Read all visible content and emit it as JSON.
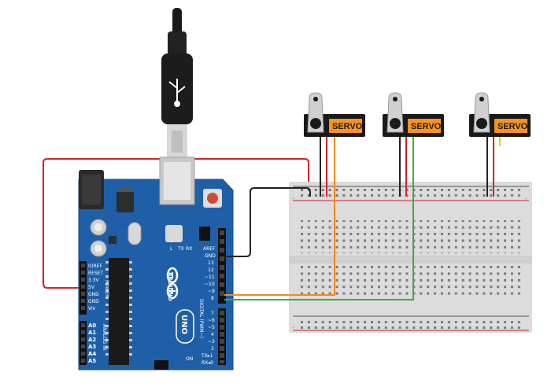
{
  "servos": [
    {
      "label": "SERVO"
    },
    {
      "label": "SERVO"
    },
    {
      "label": "SERVO"
    }
  ],
  "arduino": {
    "brand": "ARDUINO",
    "model": "UNO",
    "power_label": "POWER",
    "analog_label": "ANALOG IN",
    "digital_label": "DIGITAL (PWM~)",
    "power_pins": [
      "IOREF",
      "RESET",
      "3.3V",
      "5V",
      "GND",
      "GND",
      "Vin"
    ],
    "analog_pins": [
      "A0",
      "A1",
      "A2",
      "A3",
      "A4",
      "A5"
    ],
    "digital_pins_top": [
      "AREF",
      "GND",
      "13",
      "12",
      "~11",
      "~10",
      "~9",
      "8"
    ],
    "digital_pins_bottom": [
      "7",
      "~6",
      "~5",
      "4",
      "~3",
      "2",
      "TX▸1",
      "RX◂0"
    ],
    "led_labels": [
      "L",
      "TX",
      "RX",
      "ON"
    ]
  },
  "colors": {
    "board": "#1f5fa8",
    "wire_red": "#d2232a",
    "wire_black": "#222222",
    "wire_orange": "#f08a1c",
    "wire_green": "#3aae3a",
    "servo_body": "#1a1a1a",
    "servo_label_bg": "#f7941d"
  }
}
